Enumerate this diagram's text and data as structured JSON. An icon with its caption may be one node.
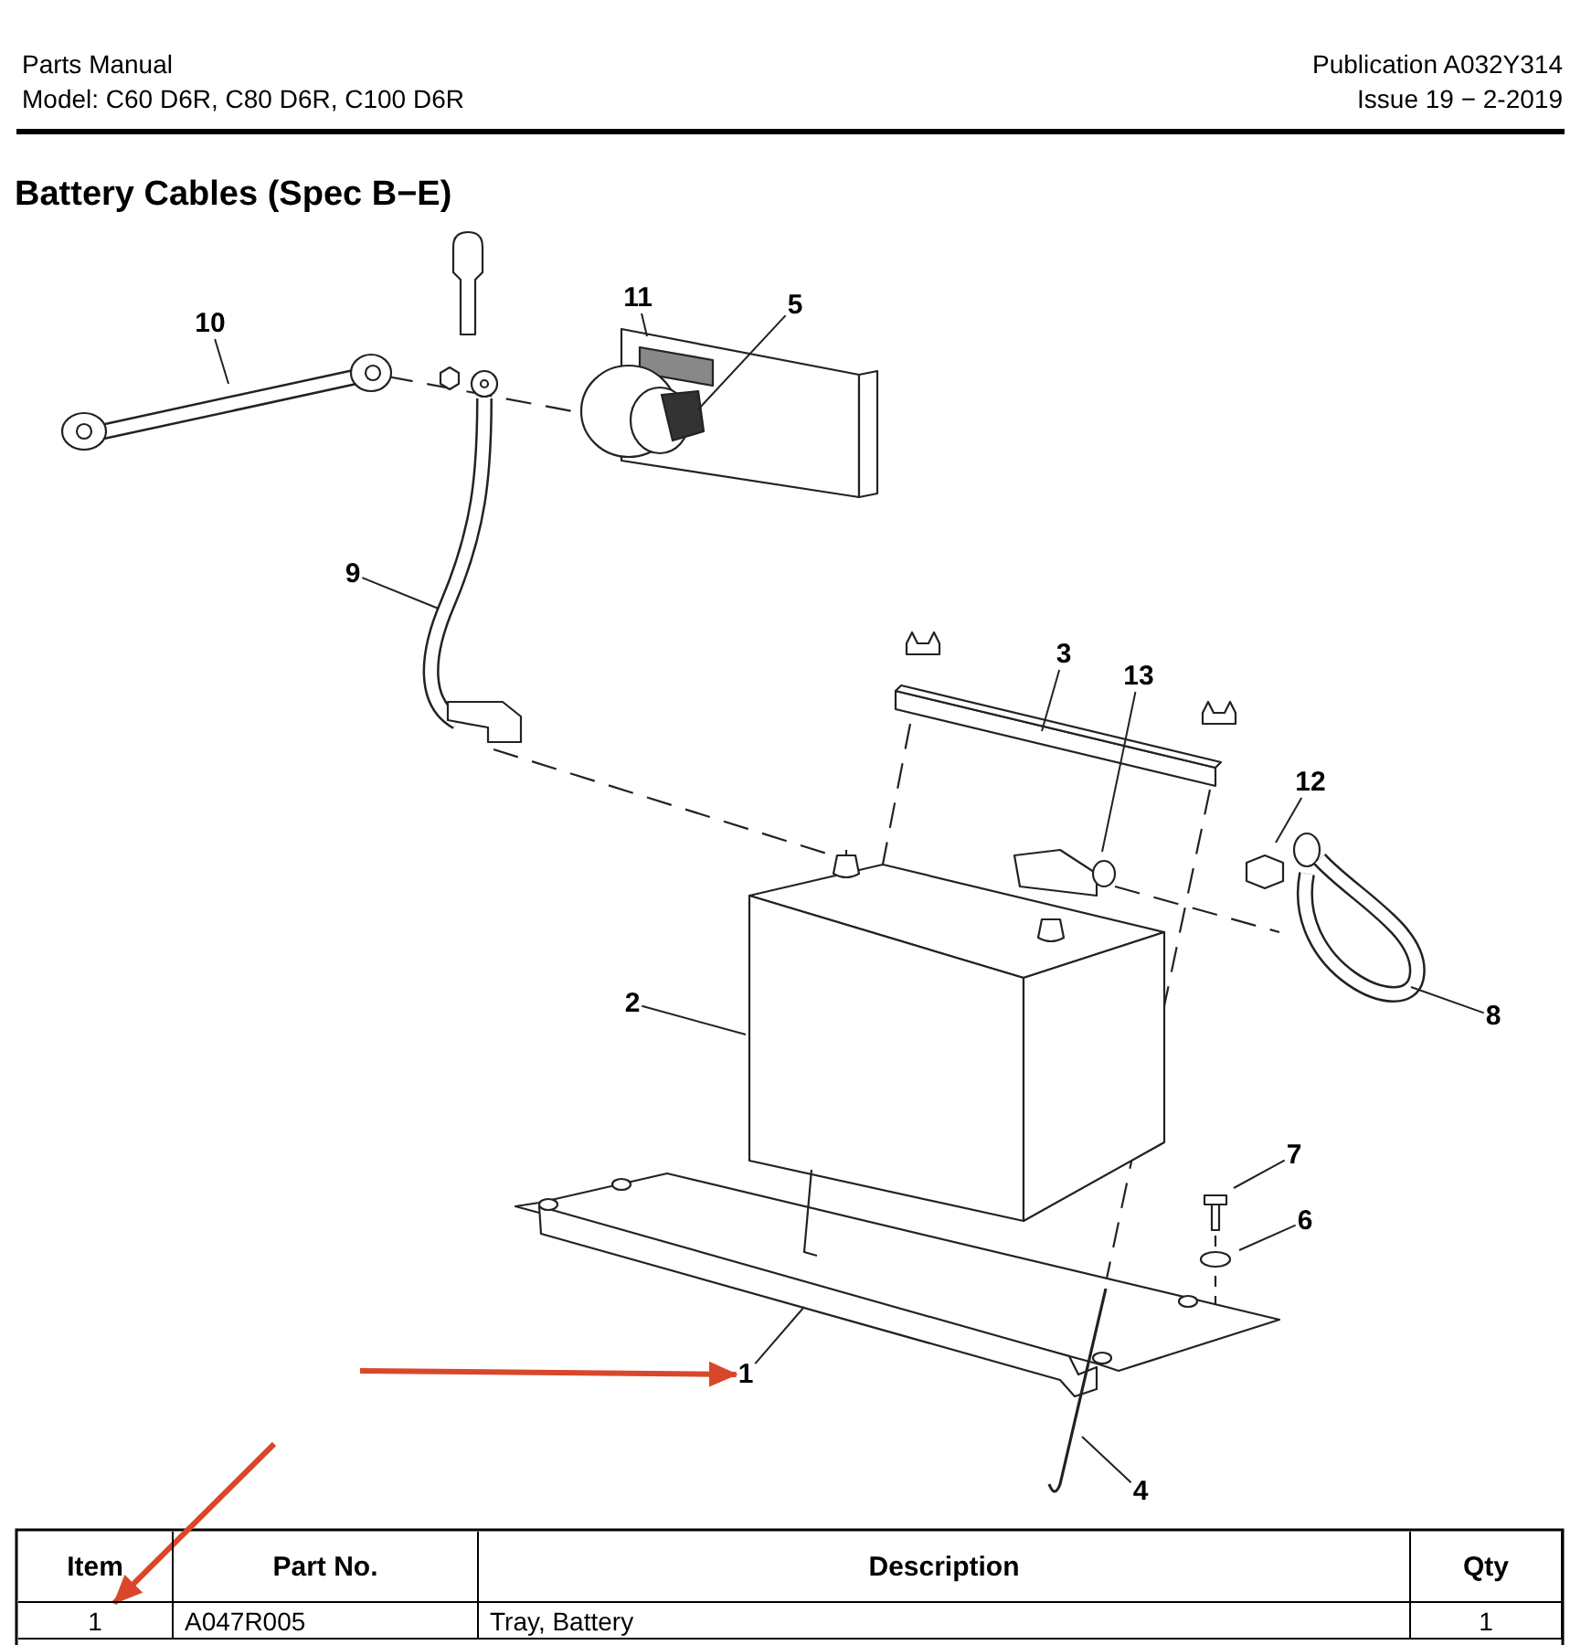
{
  "diagram": {
    "title": "Battery Cables (Spec B−E)",
    "nodes": [
      {
        "text": [
          "10"
        ]
      },
      {
        "text": [
          "11"
        ]
      },
      {
        "text": [
          "5"
        ]
      },
      {
        "text": [
          "9"
        ]
      },
      {
        "text": [
          "3"
        ]
      },
      {
        "text": [
          "13"
        ]
      },
      {
        "text": [
          "12"
        ]
      },
      {
        "text": [
          "2"
        ]
      },
      {
        "text": [
          "8"
        ]
      },
      {
        "text": [
          "7"
        ]
      },
      {
        "text": [
          "6"
        ]
      },
      {
        "text": [
          "1"
        ]
      },
      {
        "text": [
          "4"
        ]
      },
      {
        "text": [
          "1"
        ]
      }
    ],
    "edges": [
      {
        "from": 0,
        "to": null,
        "arrow": "none"
      },
      {
        "from": 1,
        "to": null,
        "arrow": "none"
      },
      {
        "from": 2,
        "to": null,
        "arrow": "none"
      },
      {
        "from": 3,
        "to": null,
        "arrow": "none"
      },
      {
        "from": 4,
        "to": null,
        "arrow": "none"
      },
      {
        "from": 5,
        "to": null,
        "arrow": "none"
      },
      {
        "from": 6,
        "to": null,
        "arrow": "none"
      },
      {
        "from": 7,
        "to": null,
        "arrow": "none"
      },
      {
        "from": 8,
        "to": null,
        "arrow": "none"
      },
      {
        "from": 9,
        "to": null,
        "arrow": "none"
      },
      {
        "from": 10,
        "to": null,
        "arrow": "none"
      },
      {
        "from": 11,
        "to": null,
        "arrow": "none"
      },
      {
        "from": 12,
        "to": null,
        "arrow": "none"
      },
      {
        "from": null,
        "to": 11,
        "arrow": "to",
        "style": "thick",
        "color": "#d9472b"
      },
      {
        "from": null,
        "to": 13,
        "arrow": "to",
        "style": "thick",
        "color": "#d9472b"
      }
    ],
    "labels": [
      "Parts Manual",
      "Model: C60 D6R, C80 D6R, C100 D6R",
      "Publication A032Y314",
      "Issue 19 − 2-2019",
      "Item",
      "Part No.",
      "Description",
      "Qty",
      "A047R005",
      "Tray, Battery",
      "1"
    ]
  }
}
